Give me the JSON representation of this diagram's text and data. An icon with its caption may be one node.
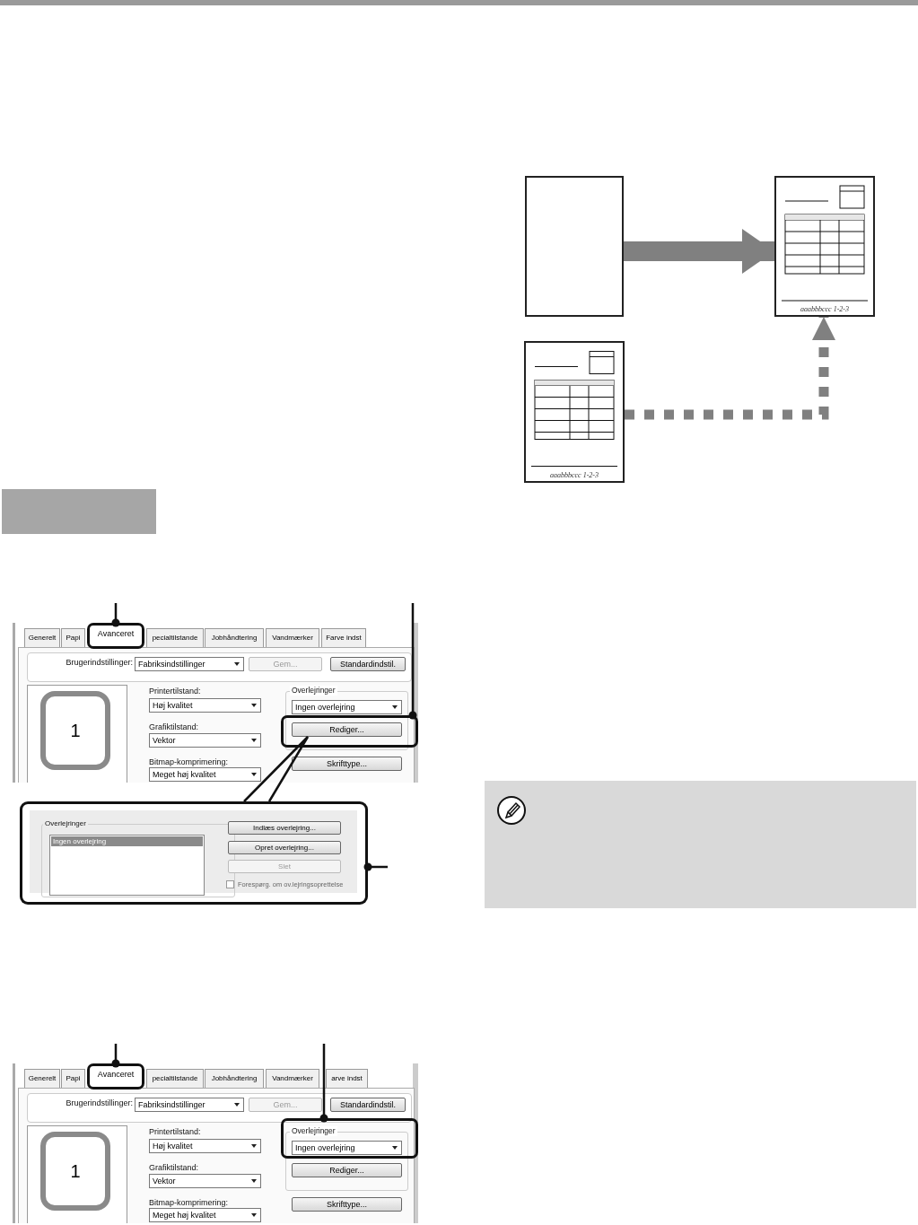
{
  "diagram": {
    "nodes": [
      {
        "text": [],
        "shape": "box"
      },
      {
        "text": [
          "aaabbbccc 1-2-3"
        ]
      },
      {
        "text": [
          "aaabbbccc 1-2-3"
        ]
      },
      {
        "text": [],
        "shape": "box"
      },
      {
        "text": [
          "Generelt"
        ],
        "in": 3
      },
      {
        "text": [
          "Papi"
        ],
        "in": 3
      },
      {
        "text": [
          "Avanceret"
        ],
        "in": 3
      },
      {
        "text": [
          "pecialtilstande"
        ],
        "in": 3
      },
      {
        "text": [
          "Jobhåndtering"
        ],
        "in": 3
      },
      {
        "text": [
          "Vandmærker"
        ],
        "in": 3
      },
      {
        "text": [
          "Farve indst"
        ],
        "in": 3
      },
      {
        "text": [
          "Fabriksindstillinger"
        ],
        "in": 3
      },
      {
        "text": [
          "Gem..."
        ],
        "in": 3
      },
      {
        "text": [
          "Standardindstil."
        ],
        "in": 3
      },
      {
        "text": [
          "1"
        ],
        "in": 3
      },
      {
        "text": [
          "Høj kvalitet"
        ],
        "in": 3
      },
      {
        "text": [
          "Vektor"
        ],
        "in": 3
      },
      {
        "text": [
          "Meget høj kvalitet"
        ],
        "in": 3
      },
      {
        "text": [
          "Ingen overlejring"
        ],
        "in": 3
      },
      {
        "text": [],
        "shape": "box",
        "in": 3
      },
      {
        "text": [
          "Rediger..."
        ],
        "in": 19
      },
      {
        "text": [
          "Skrifttype..."
        ],
        "in": 3
      },
      {
        "text": [],
        "shape": "box"
      },
      {
        "text": [
          "Ingen overlejring"
        ],
        "in": 22
      },
      {
        "text": [
          "Indlæs overlejring..."
        ],
        "in": 22
      },
      {
        "text": [
          "Opret overlejring..."
        ],
        "in": 22
      },
      {
        "text": [
          "Slet"
        ],
        "in": 22
      },
      {
        "text": [
          "Forespørg. om ov.lejringsoprettelse"
        ],
        "in": 22
      },
      {
        "text": [],
        "shape": "box"
      },
      {
        "text": [
          "Generelt"
        ],
        "in": 28
      },
      {
        "text": [
          "Papi"
        ],
        "in": 28
      },
      {
        "text": [
          "Avanceret"
        ],
        "in": 28
      },
      {
        "text": [
          "pecialtilstande"
        ],
        "in": 28
      },
      {
        "text": [
          "Jobhåndtering"
        ],
        "in": 28
      },
      {
        "text": [
          "Vandmærker"
        ],
        "in": 28
      },
      {
        "text": [
          "arve indst"
        ],
        "in": 28
      },
      {
        "text": [
          "Fabriksindstillinger"
        ],
        "in": 28
      },
      {
        "text": [
          "Gem..."
        ],
        "in": 28
      },
      {
        "text": [
          "Standardindstil."
        ],
        "in": 28
      },
      {
        "text": [
          "1"
        ],
        "in": 28
      },
      {
        "text": [
          "Høj kvalitet"
        ],
        "in": 28
      },
      {
        "text": [
          "Vektor"
        ],
        "in": 28
      },
      {
        "text": [
          "Meget høj kvalitet"
        ],
        "in": 28
      },
      {
        "text": [],
        "shape": "box",
        "in": 28
      },
      {
        "text": [
          "Ingen overlejring"
        ],
        "in": 43
      },
      {
        "text": [
          "Rediger..."
        ],
        "in": 28
      },
      {
        "text": [
          "Skrifttype..."
        ],
        "in": 28
      },
      {
        "text": [],
        "shape": "bar"
      },
      {
        "text": [],
        "shape": "box"
      }
    ],
    "edges": [
      {
        "from": 0,
        "to": 1,
        "arrow": "to",
        "style": "thick",
        "color": "#808080"
      },
      {
        "from": 2,
        "to": 1,
        "arrow": "to",
        "style": "dashed",
        "color": "#808080"
      },
      {
        "from": null,
        "to": 6,
        "arrow": "other"
      },
      {
        "from": null,
        "to": 19,
        "arrow": "other"
      },
      {
        "from": 22,
        "to": 20,
        "arrow": "none"
      },
      {
        "from": null,
        "to": 22,
        "arrow": "other"
      },
      {
        "from": null,
        "to": 31,
        "arrow": "other"
      },
      {
        "from": null,
        "to": 43,
        "arrow": "other"
      }
    ],
    "labels": [
      "Brugerindstillinger:",
      "Printertilstand:",
      "Overlejringer",
      "Grafiktilstand:",
      "Bitmap-komprimering:",
      "Overlejringer",
      "Brugerindstillinger:",
      "Printertilstand:",
      "Overlejringer",
      "Grafiktilstand:",
      "Bitmap-komprimering:"
    ]
  }
}
